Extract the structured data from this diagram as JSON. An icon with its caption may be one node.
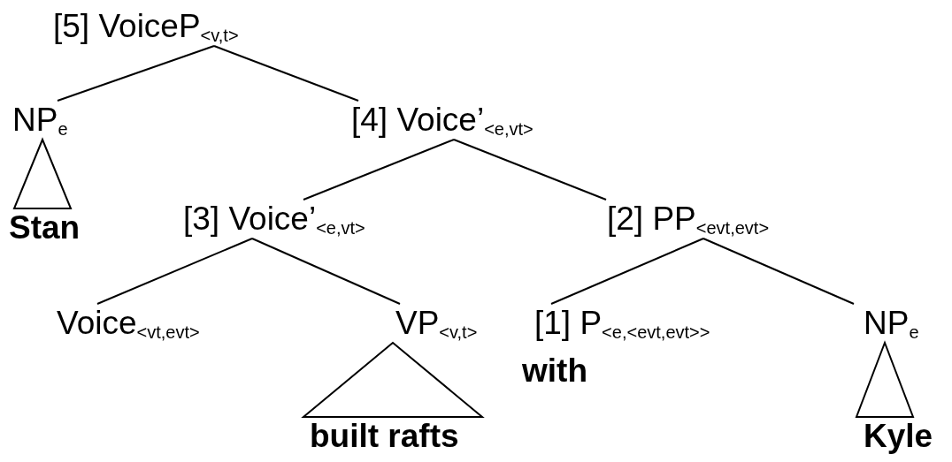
{
  "diagram": {
    "nodes": [
      {
        "text": [
          "[5] VoiceP$_{<v,t>}$"
        ]
      },
      {
        "text": [
          "NP$_{e}$"
        ]
      },
      {
        "text": [
          "[4] Voice’$_{<e,vt>}$"
        ]
      },
      {
        "text": [
          "Stan"
        ]
      },
      {
        "text": [
          "[3] Voice’$_{<e,vt>}$"
        ]
      },
      {
        "text": [
          "[2] PP$_{<evt,evt>}$"
        ]
      },
      {
        "text": [
          "Voice$_{<vt,evt>}$"
        ]
      },
      {
        "text": [
          "VP$_{<v,t>}$"
        ]
      },
      {
        "text": [
          "[1] P$_{<e,<evt,evt>>}$"
        ],
        "beside": [
          "with"
        ]
      },
      {
        "text": [
          "NP$_{e}$"
        ]
      },
      {
        "text": [
          "built rafts"
        ]
      },
      {
        "text": [
          "Kyle"
        ]
      }
    ],
    "edges": [
      {
        "from": 0,
        "to": 1,
        "arrow": "none"
      },
      {
        "from": 0,
        "to": 2,
        "arrow": "none"
      },
      {
        "from": 1,
        "to": 3,
        "arrow": "none"
      },
      {
        "from": 2,
        "to": 4,
        "arrow": "none"
      },
      {
        "from": 2,
        "to": 5,
        "arrow": "none"
      },
      {
        "from": 4,
        "to": 6,
        "arrow": "none"
      },
      {
        "from": 4,
        "to": 7,
        "arrow": "none"
      },
      {
        "from": 5,
        "to": 8,
        "arrow": "none"
      },
      {
        "from": 5,
        "to": 9,
        "arrow": "none"
      },
      {
        "from": 7,
        "to": 10,
        "arrow": "none"
      },
      {
        "from": 9,
        "to": 11,
        "arrow": "none"
      }
    ]
  }
}
